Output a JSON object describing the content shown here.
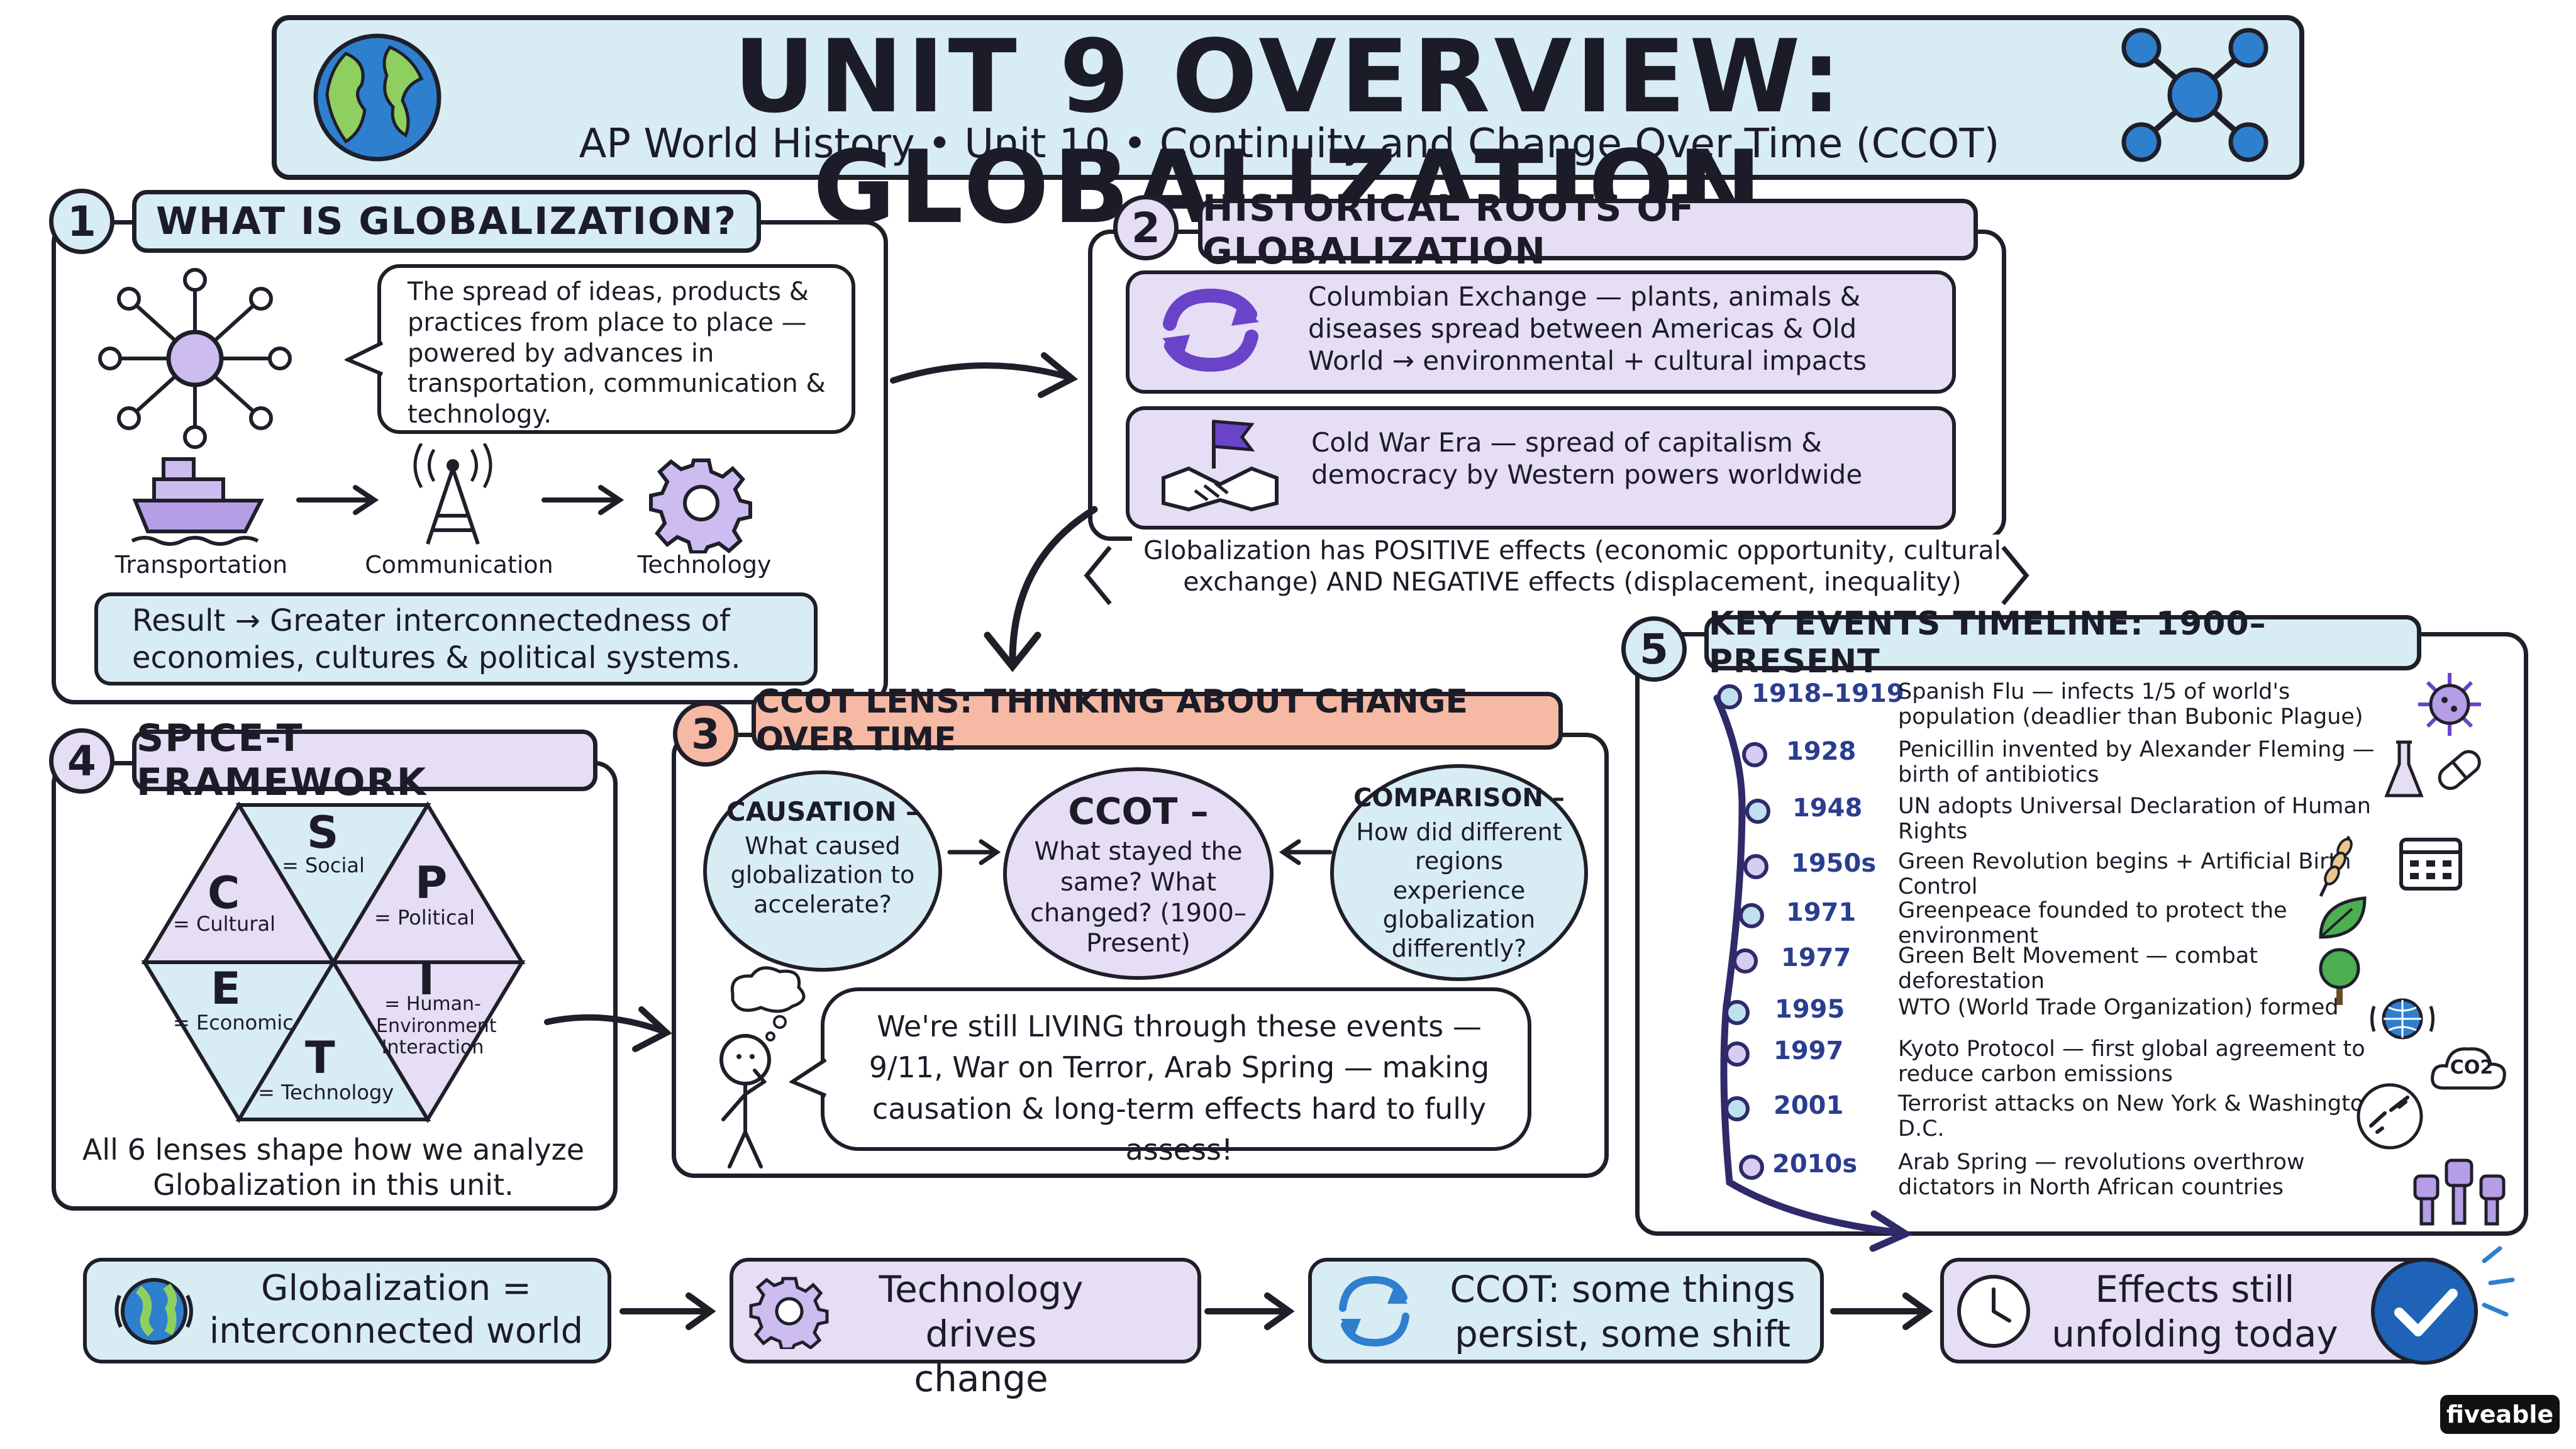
{
  "header": {
    "title": "UNIT 9 OVERVIEW: GLOBALIZATION",
    "subtitle": "AP World History • Unit 10 • Continuity and Change Over Time (CCOT)"
  },
  "s1": {
    "num": "1",
    "title": "WHAT IS GLOBALIZATION?",
    "definition": "The spread of ideas, products & practices from place to place — powered by advances in transportation, communication & technology.",
    "icons": [
      "Transportation",
      "Communication",
      "Technology"
    ],
    "result": "Result → Greater interconnectedness of economies, cultures & political systems."
  },
  "s2": {
    "num": "2",
    "title": "HISTORICAL ROOTS OF GLOBALIZATION",
    "item1": "Columbian Exchange — plants, animals & diseases spread between Americas & Old World → environmental + cultural impacts",
    "item2": "Cold War Era — spread of capitalism & democracy by Western powers worldwide",
    "note": "Globalization has POSITIVE effects (economic opportunity, cultural exchange) AND NEGATIVE effects (displacement, inequality)"
  },
  "s3": {
    "num": "3",
    "title": "CCOT LENS: THINKING ABOUT CHANGE OVER TIME",
    "causation_head": "CAUSATION –",
    "causation_body": "What caused globalization to accelerate?",
    "ccot_head": "CCOT –",
    "ccot_body": "What stayed the same? What changed? (1900–Present)",
    "comparison_head": "COMPARISON –",
    "comparison_body": "How did different regions experience globalization differently?",
    "bubble": "We're still LIVING through these events — 9/11, War on Terror, Arab Spring — making causation & long-term effects hard to fully assess!"
  },
  "s4": {
    "num": "4",
    "title": "SPICE-T FRAMEWORK",
    "letters": [
      {
        "letter": "S",
        "label": "= Social"
      },
      {
        "letter": "P",
        "label": "= Political"
      },
      {
        "letter": "C",
        "label": "= Cultural"
      },
      {
        "letter": "E",
        "label": "= Economic"
      },
      {
        "letter": "I",
        "label": "= Human-Environment Interaction"
      },
      {
        "letter": "T",
        "label": "= Technology"
      }
    ],
    "caption": "All 6 lenses shape how we analyze Globalization in this unit."
  },
  "s5": {
    "num": "5",
    "title": "KEY EVENTS TIMELINE: 1900–PRESENT",
    "events": [
      {
        "year": "1918–1919",
        "text": "Spanish Flu — infects 1/5 of world's population (deadlier than Bubonic Plague)"
      },
      {
        "year": "1928",
        "text": "Penicillin invented by Alexander Fleming — birth of antibiotics"
      },
      {
        "year": "1948",
        "text": "UN adopts Universal Declaration of Human Rights"
      },
      {
        "year": "1950s",
        "text": "Green Revolution begins + Artificial Birth Control"
      },
      {
        "year": "1971",
        "text": "Greenpeace founded to protect the environment"
      },
      {
        "year": "1977",
        "text": "Green Belt Movement — combat deforestation"
      },
      {
        "year": "1995",
        "text": "WTO (World Trade Organization) formed"
      },
      {
        "year": "1997",
        "text": "Kyoto Protocol — first global agreement to reduce carbon emissions"
      },
      {
        "year": "2001",
        "text": "Terrorist attacks on New York & Washington, D.C."
      },
      {
        "year": "2010s",
        "text": "Arab Spring — revolutions overthrow dictators in North African countries"
      }
    ],
    "co2": "CO2"
  },
  "bottom": {
    "b1": "Globalization = interconnected world",
    "b2": "Technology drives change",
    "b3": "CCOT: some things persist, some shift",
    "b4": "Effects still unfolding today"
  },
  "watermark": "fiveable",
  "colors": {
    "blue": "#d8ecf4",
    "lavender": "#e6def4",
    "salmon": "#f6b9a4",
    "accent_blue": "#2a3d8f",
    "check": "#1e63b8"
  }
}
